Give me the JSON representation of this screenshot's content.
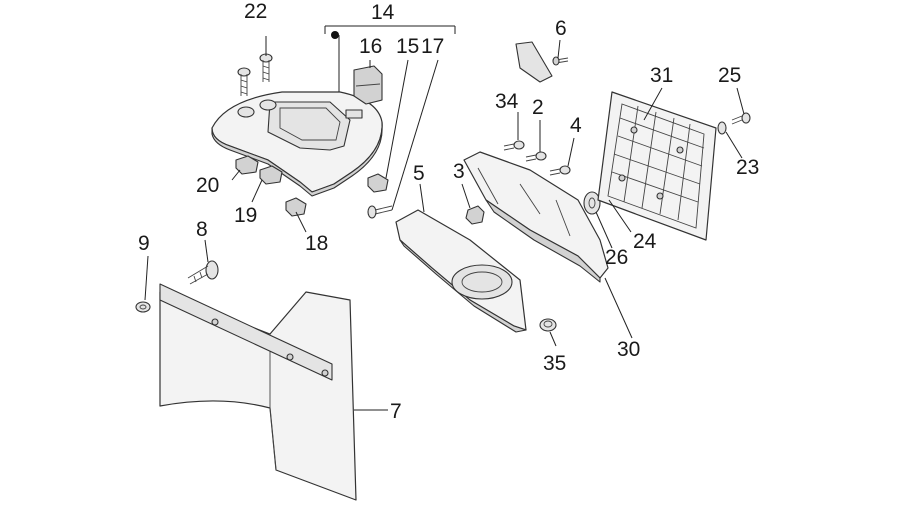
{
  "callouts": {
    "c22": "22",
    "c14": "14",
    "c16": "16",
    "c15": "15",
    "c17": "17",
    "c6": "6",
    "c31": "31",
    "c25": "25",
    "c34": "34",
    "c2": "2",
    "c4": "4",
    "c23": "23",
    "c5": "5",
    "c3": "3",
    "c20": "20",
    "c19": "19",
    "c18": "18",
    "c24": "24",
    "c26": "26",
    "c9": "9",
    "c8": "8",
    "c30": "30",
    "c35": "35",
    "c7": "7"
  },
  "colors": {
    "line": "#333333",
    "fill": "#f3f3f3",
    "shade": "#d2d2d2"
  }
}
